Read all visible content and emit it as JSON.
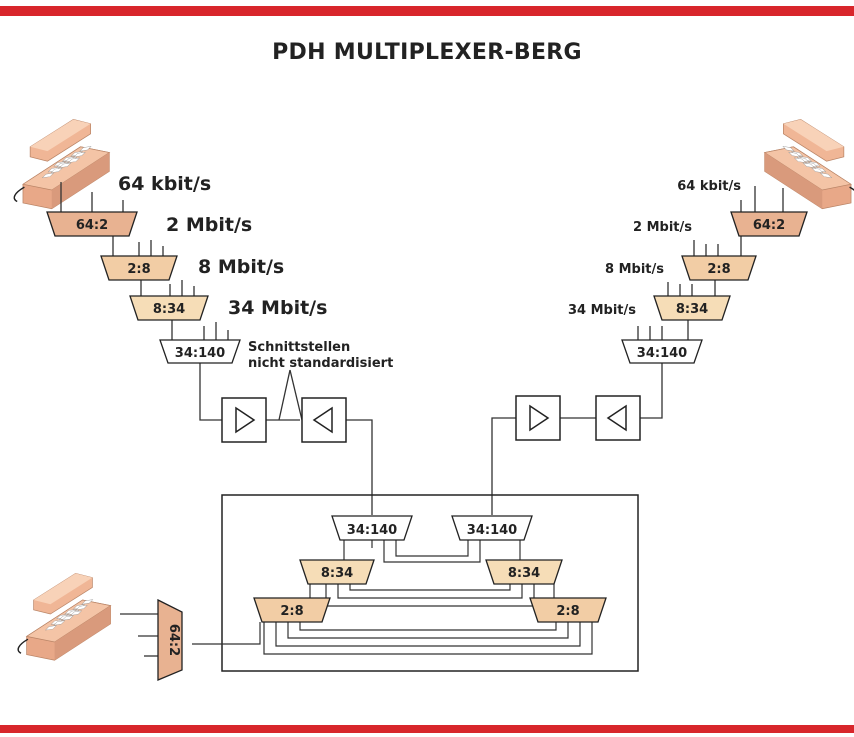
{
  "title": "PDH MULTIPLEXER-BERG",
  "colors": {
    "frame_red": "#d8262b",
    "mux_dark": "#e8b291",
    "mux_mid": "#f2cda5",
    "mux_light": "#f6ddb7",
    "mux_white": "#ffffff",
    "phone_body": "#f1ba98",
    "line": "#333333"
  },
  "left": {
    "rates": [
      "64 kbit/s",
      "2 Mbit/s",
      "8 Mbit/s",
      "34 Mbit/s"
    ],
    "muxes": [
      "64:2",
      "2:8",
      "8:34",
      "34:140"
    ],
    "note_line1": "Schnittstellen",
    "note_line2": "nicht standardisiert"
  },
  "right": {
    "rates": [
      "64 kbit/s",
      "2 Mbit/s",
      "8 Mbit/s",
      "34 Mbit/s"
    ],
    "muxes": [
      "64:2",
      "2:8",
      "8:34",
      "34:140"
    ]
  },
  "center": {
    "muxes_left": [
      "34:140",
      "8:34",
      "2:8"
    ],
    "muxes_right": [
      "34:140",
      "8:34",
      "2:8"
    ]
  },
  "bottom_mux": "64:2",
  "icons": [
    "telephone-icon",
    "amplifier-right-icon",
    "amplifier-left-icon"
  ]
}
